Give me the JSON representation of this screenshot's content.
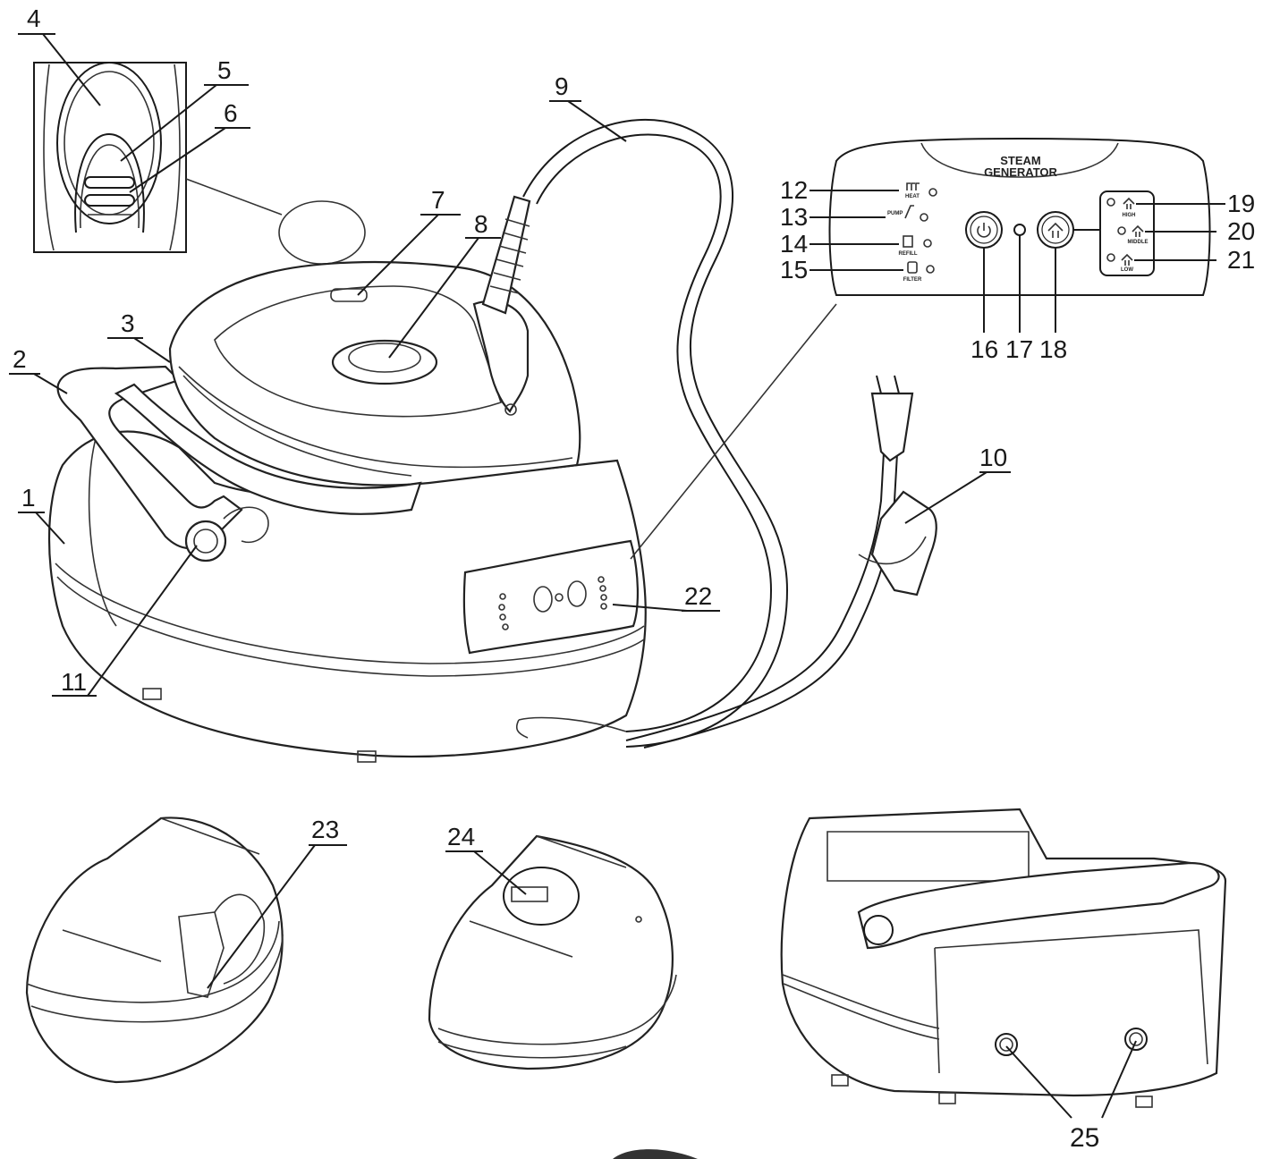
{
  "panel": {
    "title_line1": "STEAM",
    "title_line2": "GENERATOR",
    "indicators": [
      "HEAT",
      "PUMP",
      "REFILL",
      "FILTER"
    ],
    "steam_levels": [
      "HIGH",
      "MIDDLE",
      "LOW"
    ]
  },
  "callouts": [
    "1",
    "2",
    "3",
    "4",
    "5",
    "6",
    "7",
    "8",
    "9",
    "10",
    "11",
    "12",
    "13",
    "14",
    "15",
    "16",
    "17",
    "18",
    "19",
    "20",
    "21",
    "22",
    "23",
    "24",
    "25"
  ],
  "colors": {
    "line": "#1a1a1a",
    "background": "#ffffff"
  }
}
